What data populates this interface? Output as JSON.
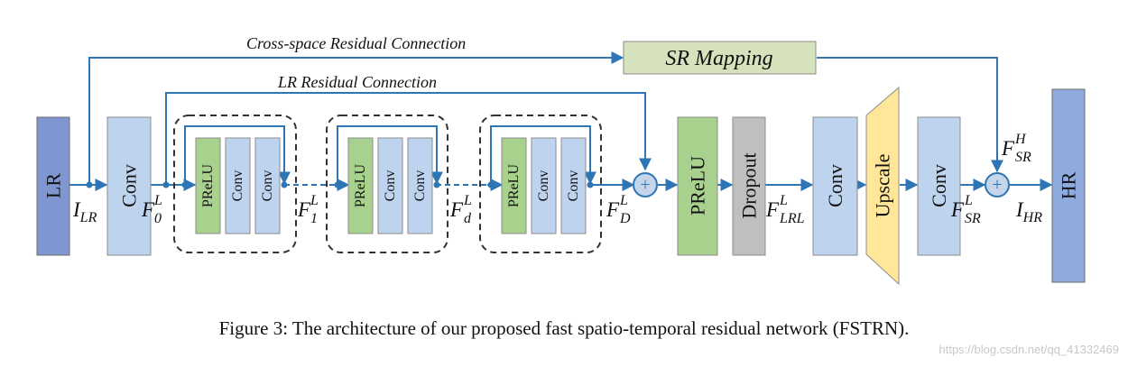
{
  "labels": {
    "cross_space": "Cross-space Residual Connection",
    "lr_residual": "LR Residual Connection",
    "sr_mapping": "SR Mapping"
  },
  "blocks": {
    "lr": "LR",
    "conv": "Conv",
    "prelu": "PReLU",
    "dropout": "Dropout",
    "upscale": "Upscale",
    "hr": "HR",
    "plus": "+"
  },
  "variables": {
    "i_lr": {
      "main": "I",
      "sub": "LR"
    },
    "f0": {
      "main": "F",
      "sup": "L",
      "sub": "0"
    },
    "f1": {
      "main": "F",
      "sup": "L",
      "sub": "1"
    },
    "fd": {
      "main": "F",
      "sup": "L",
      "sub": "d"
    },
    "fD": {
      "main": "F",
      "sup": "L",
      "sub": "D"
    },
    "f_lrl": {
      "main": "F",
      "sup": "L",
      "sub": "LRL"
    },
    "f_sr_l": {
      "main": "F",
      "sup": "L",
      "sub": "SR"
    },
    "f_sr_h": {
      "main": "F",
      "sup": "H",
      "sub": "SR"
    },
    "i_hr": {
      "main": "I",
      "sub": "HR"
    }
  },
  "caption": "Figure 3: The architecture of our proposed fast spatio-temporal residual network (FSTRN).",
  "watermark": "https://blog.csdn.net/qq_41332469",
  "colors": {
    "line": "#2e75b6",
    "lr_block": "#7f96d0",
    "conv_block": "#bdd3ee",
    "prelu_block": "#a9d18e",
    "dropout_block": "#bfbfbf",
    "upscale_block": "#ffe699",
    "hr_block": "#8faadc",
    "sr_mapping_block": "#d5e2bc",
    "plus_fill": "#c5d5ea"
  }
}
